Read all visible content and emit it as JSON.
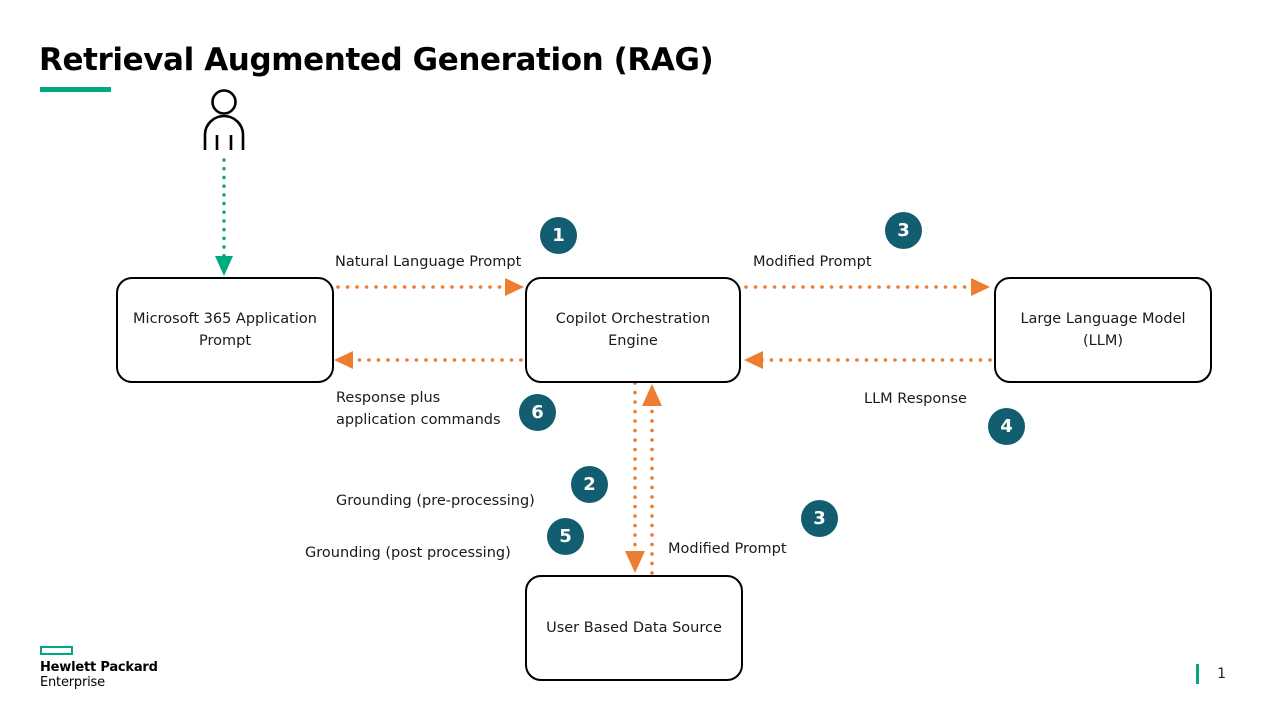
{
  "slide": {
    "title": "Retrieval Augmented Generation (RAG)",
    "accent_color": "#00A982",
    "badge_color": "#125E70",
    "arrow_color": "#ED7D31",
    "user_arrow_color": "#00A982",
    "page_number": "1"
  },
  "actor": {
    "icon": "person-icon"
  },
  "boxes": [
    {
      "id": "m365",
      "label": "Microsoft 365 Application\nPrompt"
    },
    {
      "id": "copilot",
      "label": "Copilot Orchestration\nEngine"
    },
    {
      "id": "llm",
      "label": "Large Language Model\n(LLM)"
    },
    {
      "id": "datasource",
      "label": "User Based Data Source"
    }
  ],
  "labels": {
    "natural_language_prompt": "Natural Language Prompt",
    "modified_prompt_top": "Modified Prompt",
    "response_plus_app_commands": "Response plus\napplication commands",
    "llm_response": "LLM Response",
    "grounding_pre": "Grounding (pre-processing)",
    "grounding_post": "Grounding (post processing)",
    "modified_prompt_bottom": "Modified Prompt"
  },
  "steps": {
    "s1": "1",
    "s2": "2",
    "s3_top": "3",
    "s3_bottom": "3",
    "s4": "4",
    "s5": "5",
    "s6": "6"
  },
  "logo": {
    "line1": "Hewlett Packard",
    "line2": "Enterprise"
  }
}
